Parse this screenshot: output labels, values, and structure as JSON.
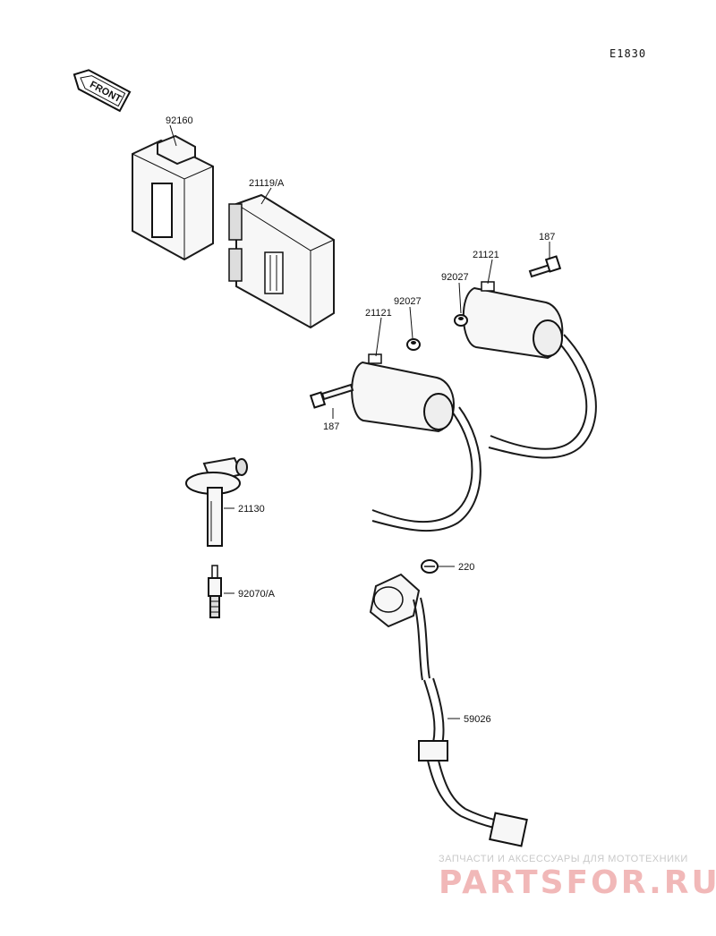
{
  "diagram_code": "E1830",
  "front_arrow_text": "FRONT",
  "callouts": {
    "c92160": "92160",
    "c21119": "21119/A",
    "c187_top": "187",
    "c21121_top": "21121",
    "c92027_top": "92027",
    "c92027_mid": "92027",
    "c21121_mid": "21121",
    "c187_mid": "187",
    "c21130": "21130",
    "c92070": "92070/A",
    "c220": "220",
    "c59026": "59026"
  },
  "watermark": {
    "tagline": "ЗАПЧАСТИ И АКСЕССУАРЫ ДЛЯ МОТОТЕХНИКИ",
    "brand": "PARTSFOR.RU"
  }
}
